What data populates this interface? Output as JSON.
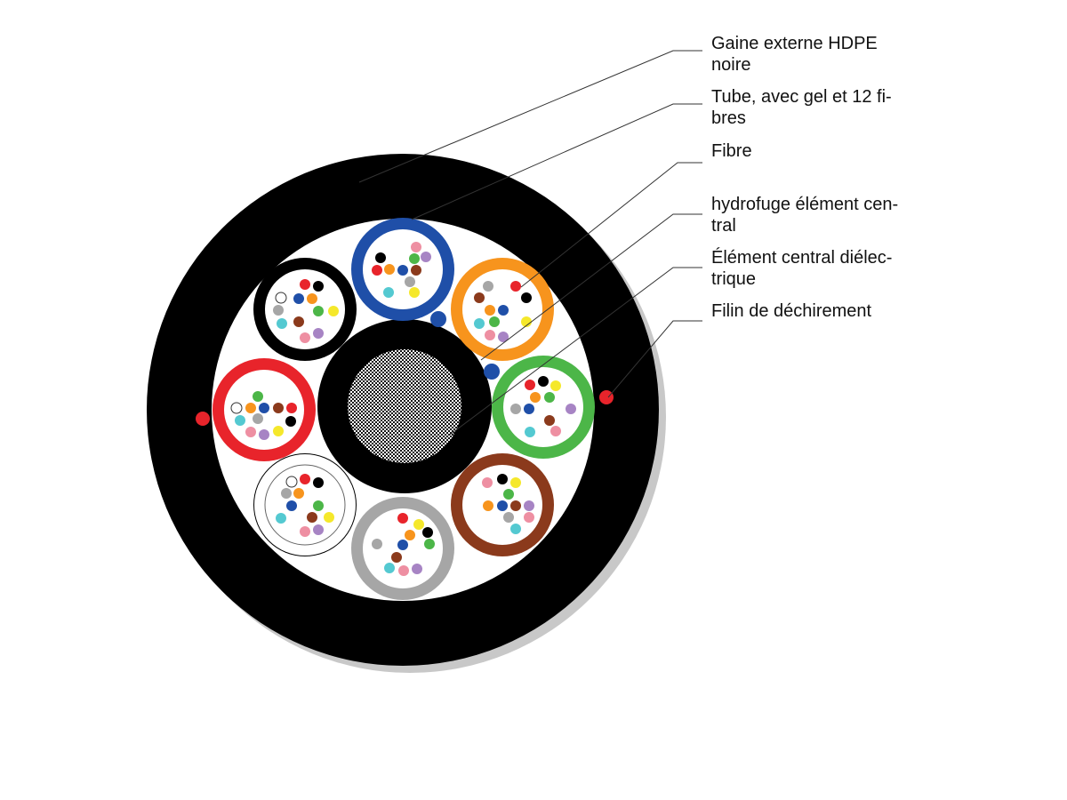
{
  "colors": {
    "jacket": "#000000",
    "filler": "#ffffff",
    "ripcord": "#e8242b",
    "shadow": "#c8c8c8",
    "dielectric_dark": "#111111",
    "dielectric_light": "#ffffff",
    "small_filler": "#1f4fa8",
    "fiber_palette": [
      "#1f4fa8",
      "#f7941d",
      "#4cb648",
      "#8b3a1c",
      "#a6a6a6",
      "#ffffff",
      "#e8242b",
      "#000000",
      "#f5e82b",
      "#a784c4",
      "#ee8fa2",
      "#54c9d1"
    ]
  },
  "tubes": [
    {
      "name": "blue",
      "color": "#1f4fa8"
    },
    {
      "name": "orange",
      "color": "#f7941d"
    },
    {
      "name": "green",
      "color": "#4cb648"
    },
    {
      "name": "brown",
      "color": "#8b3a1c"
    },
    {
      "name": "gray",
      "color": "#a6a6a6"
    },
    {
      "name": "white",
      "color": "#ffffff"
    },
    {
      "name": "red",
      "color": "#e8242b"
    },
    {
      "name": "black",
      "color": "#000000"
    }
  ],
  "labels": [
    {
      "id": "outer-jacket",
      "lines": [
        "Gaine externe HDPE",
        "noire"
      ]
    },
    {
      "id": "tube",
      "lines": [
        "Tube, avec gel et  12 fi-",
        "bres"
      ]
    },
    {
      "id": "fiber",
      "lines": [
        "Fibre"
      ]
    },
    {
      "id": "central-water-blocking",
      "lines": [
        "hydrofuge élément cen-",
        "tral"
      ]
    },
    {
      "id": "central-dielectric",
      "lines": [
        "Élément central diélec-",
        "trique"
      ]
    },
    {
      "id": "ripcord",
      "lines": [
        "Filin de déchirement"
      ]
    }
  ]
}
